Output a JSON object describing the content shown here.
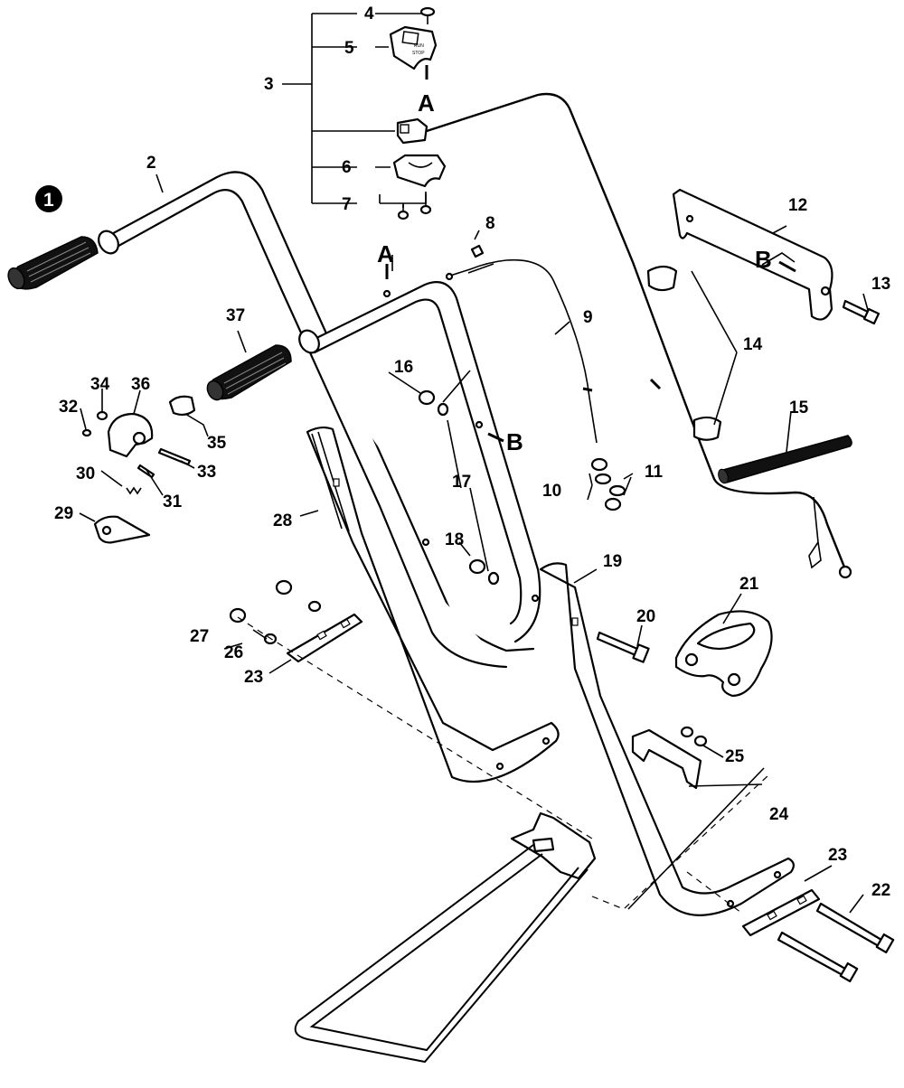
{
  "callouts": {
    "c1": "1",
    "c2": "2",
    "c3": "3",
    "c4": "4",
    "c5": "5",
    "c6": "6",
    "c7": "7",
    "c8": "8",
    "c9": "9",
    "c10": "10",
    "c11": "11",
    "c12": "12",
    "c13": "13",
    "c14": "14",
    "c15": "15",
    "c16": "16",
    "c17": "17",
    "c18": "18",
    "c19": "19",
    "c20": "20",
    "c21": "21",
    "c22": "22",
    "c23a": "23",
    "c23b": "23",
    "c24": "24",
    "c25": "25",
    "c26": "26",
    "c27": "27",
    "c28": "28",
    "c29": "29",
    "c30": "30",
    "c31": "31",
    "c32": "32",
    "c33": "33",
    "c34": "34",
    "c35": "35",
    "c36": "36",
    "c37": "37"
  },
  "refs": {
    "a_top": "A",
    "a_handle": "A",
    "b_handle": "B",
    "b_bracket": "B"
  },
  "module_text": {
    "line1": "RUN",
    "line2": "STOP"
  }
}
